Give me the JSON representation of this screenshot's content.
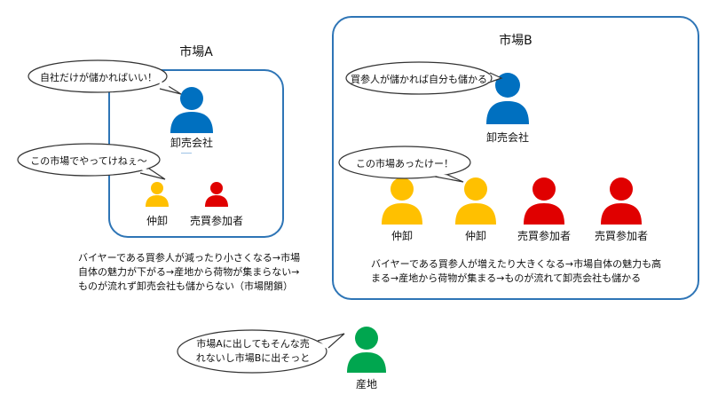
{
  "market_a": {
    "title": "市場A",
    "wholesaler_label": "卸売会社",
    "middleman_label": "仲卸",
    "buyer_label": "売買参加者",
    "bubble_wholesaler": "自社だけが儲かればいい！",
    "bubble_middleman": "この市場でやってけねぇ～",
    "caption": "バイヤーである買参人が減ったり小さくなる→市場自体の魅力が下がる→産地から荷物が集まらない→ものが流れず卸売会社も儲からない（市場閉鎖）"
  },
  "market_b": {
    "title": "市場B",
    "wholesaler_label": "卸売会社",
    "middleman_label_1": "仲卸",
    "middleman_label_2": "仲卸",
    "buyer_label_1": "売買参加者",
    "buyer_label_2": "売買参加者",
    "bubble_wholesaler": "買参人が儲かれば自分も儲かる",
    "bubble_middleman": "この市場あったけー！",
    "caption": "バイヤーである買参人が増えたり大きくなる→市場自体の魅力も高まる→産地から荷物が集まる→ものが流れて卸売会社も儲かる"
  },
  "origin": {
    "label": "産地",
    "bubble": "市場Aに出してもそんな売れないし市場Bに出そっと"
  },
  "colors": {
    "box_border": "#2E75B6",
    "wholesaler": "#0070C0",
    "middleman": "#FFC000",
    "buyer": "#E00000",
    "origin": "#00A64F"
  }
}
